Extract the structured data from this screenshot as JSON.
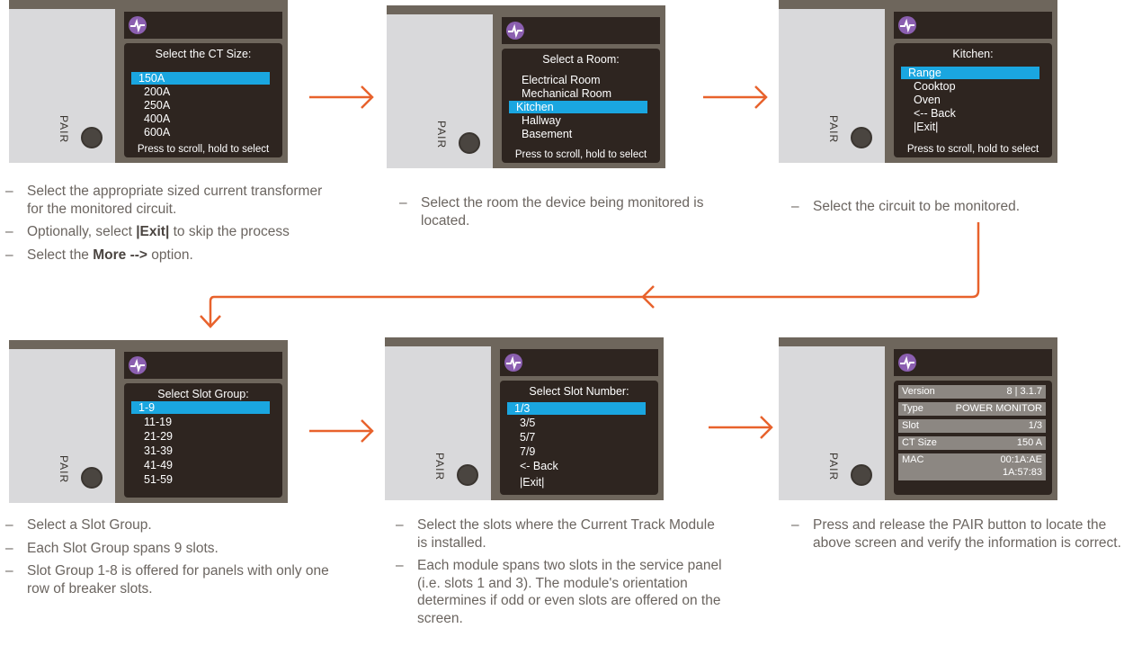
{
  "colors": {
    "device_body": "#6e665c",
    "screen": "#2e2520",
    "selection": "#1aa6e0",
    "arrow": "#e8622c",
    "logo": "#8b5fb0"
  },
  "pair_label": "PAIR",
  "step1": {
    "title": "Select the CT Size:",
    "options": [
      "150A",
      "200A",
      "250A",
      "400A",
      "600A"
    ],
    "hint": "Press to scroll, hold to select",
    "desc": [
      "Select the appropriate sized current transformer for the monitored circuit.",
      "Optionally, select |Exit| to skip the process",
      "Select the More --> option."
    ]
  },
  "step2": {
    "title": "Select a Room:",
    "options": [
      "Electrical Room",
      "Mechanical Room",
      "Kitchen",
      "Hallway",
      "Basement"
    ],
    "hint": "Press to scroll, hold to select",
    "desc": [
      "Select the room the device being monitored is located."
    ]
  },
  "step3": {
    "title": "Kitchen:",
    "options": [
      "Range",
      "Cooktop",
      "Oven",
      "<-- Back",
      "|Exit|"
    ],
    "hint": "Press to scroll, hold to select",
    "desc": [
      "Select the circuit to be monitored."
    ]
  },
  "step4": {
    "title": "Select Slot Group:",
    "options": [
      "1-9",
      "11-19",
      "21-29",
      "31-39",
      "41-49",
      "51-59"
    ],
    "desc": [
      "Select a Slot Group.",
      "Each Slot Group spans 9 slots.",
      "Slot Group 1-8 is offered for panels with only one row of breaker slots."
    ]
  },
  "step5": {
    "title": "Select Slot Number:",
    "options": [
      "1/3",
      "3/5",
      "5/7",
      "7/9",
      "<- Back",
      "|Exit|"
    ],
    "desc": [
      "Select the slots where the Current Track Module is installed.",
      "Each module spans two slots in the service panel (i.e. slots 1 and 3). The module's orientation determines if odd or even slots are offered on the screen."
    ]
  },
  "step6": {
    "rows": [
      {
        "key": "Version",
        "value": "8 | 3.1.7"
      },
      {
        "key": "Type",
        "value": "POWER MONITOR"
      },
      {
        "key": "Slot",
        "value": "1/3"
      },
      {
        "key": "CT Size",
        "value": "150 A"
      }
    ],
    "mac_key": "MAC",
    "mac_value_1": "00:1A:AE",
    "mac_value_2": "1A:57:83",
    "desc": [
      "Press and release the PAIR button to locate the above screen and verify the information is correct."
    ]
  }
}
